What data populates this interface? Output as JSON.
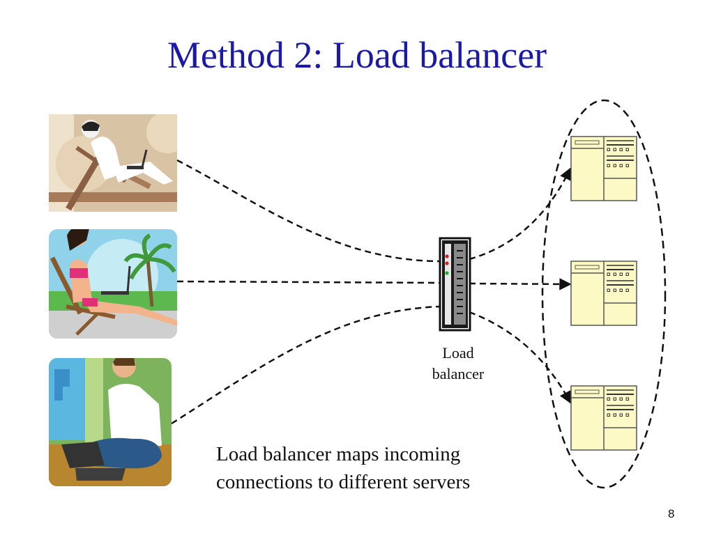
{
  "slide": {
    "title": "Method 2: Load balancer",
    "caption": [
      "Load balancer maps incoming",
      "connections to different servers"
    ],
    "page_number": "8"
  },
  "load_balancer": {
    "label": [
      "Load",
      "balancer"
    ],
    "icon": "server-rack-icon"
  },
  "clients": [
    {
      "icon": "man-on-lounge-chair-with-laptop"
    },
    {
      "icon": "woman-in-bikini-with-laptop-beach"
    },
    {
      "icon": "man-sitting-cross-legged-with-laptop"
    }
  ],
  "servers": [
    {
      "icon": "server-window-icon"
    },
    {
      "icon": "server-window-icon"
    },
    {
      "icon": "server-window-icon"
    }
  ],
  "colors": {
    "title": "#1a1aa6",
    "server_fill": "#fdf9c4",
    "server_stroke": "#555555"
  }
}
